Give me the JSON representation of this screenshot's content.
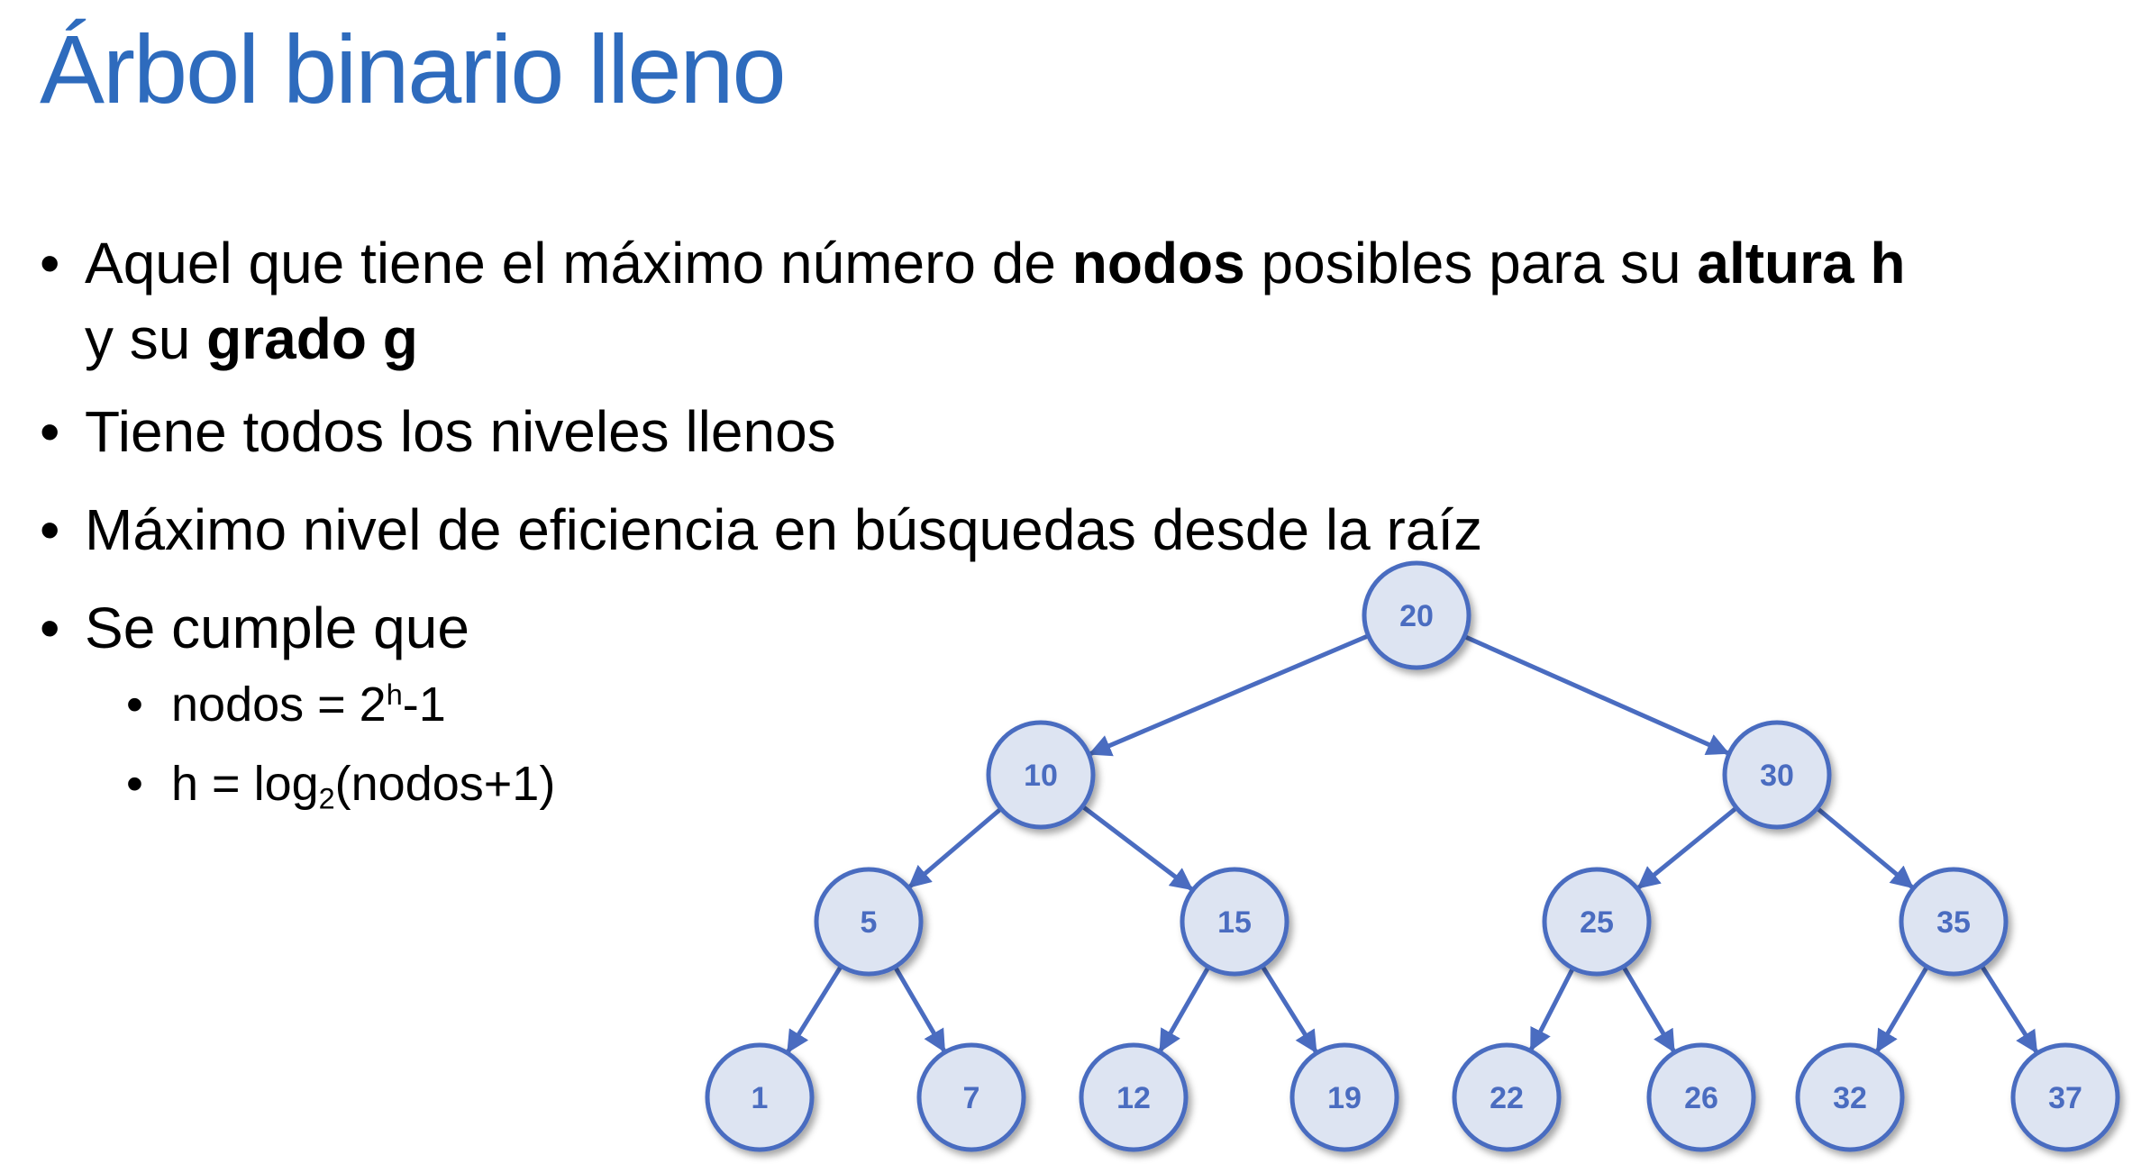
{
  "title": "Árbol binario lleno",
  "bullets": {
    "b1": {
      "part1": "Aquel que tiene el máximo número de ",
      "bold1": "nodos",
      "part2": " posibles para su ",
      "bold2": "altura h",
      "part3": "y su ",
      "bold3": "grado g"
    },
    "b2": "Tiene todos los niveles llenos",
    "b3": "Máximo nivel de eficiencia en búsquedas desde la raíz",
    "b4": "Se cumple que",
    "sub1": {
      "base": "nodos = 2",
      "exp": "h",
      "rest": "-1"
    },
    "sub2": {
      "base": "h = log",
      "subscript": "2",
      "rest": "(nodos+1)"
    },
    "bullet_char": "•"
  },
  "tree": {
    "node_fill": "#dde4f2",
    "node_stroke": "#4a6cc0",
    "edge_color": "#4a6cc0",
    "label_color": "#4a6cc0",
    "nodes": [
      {
        "id": "n20",
        "label": "20"
      },
      {
        "id": "n10",
        "label": "10"
      },
      {
        "id": "n30",
        "label": "30"
      },
      {
        "id": "n5",
        "label": "5"
      },
      {
        "id": "n15",
        "label": "15"
      },
      {
        "id": "n25",
        "label": "25"
      },
      {
        "id": "n35",
        "label": "35"
      },
      {
        "id": "n1",
        "label": "1"
      },
      {
        "id": "n7",
        "label": "7"
      },
      {
        "id": "n12",
        "label": "12"
      },
      {
        "id": "n19",
        "label": "19"
      },
      {
        "id": "n22",
        "label": "22"
      },
      {
        "id": "n26",
        "label": "26"
      },
      {
        "id": "n32",
        "label": "32"
      },
      {
        "id": "n37",
        "label": "37"
      }
    ],
    "edges": [
      [
        "n20",
        "n10"
      ],
      [
        "n20",
        "n30"
      ],
      [
        "n10",
        "n5"
      ],
      [
        "n10",
        "n15"
      ],
      [
        "n30",
        "n25"
      ],
      [
        "n30",
        "n35"
      ],
      [
        "n5",
        "n1"
      ],
      [
        "n5",
        "n7"
      ],
      [
        "n15",
        "n12"
      ],
      [
        "n15",
        "n19"
      ],
      [
        "n25",
        "n22"
      ],
      [
        "n25",
        "n26"
      ],
      [
        "n35",
        "n32"
      ],
      [
        "n35",
        "n37"
      ]
    ]
  }
}
